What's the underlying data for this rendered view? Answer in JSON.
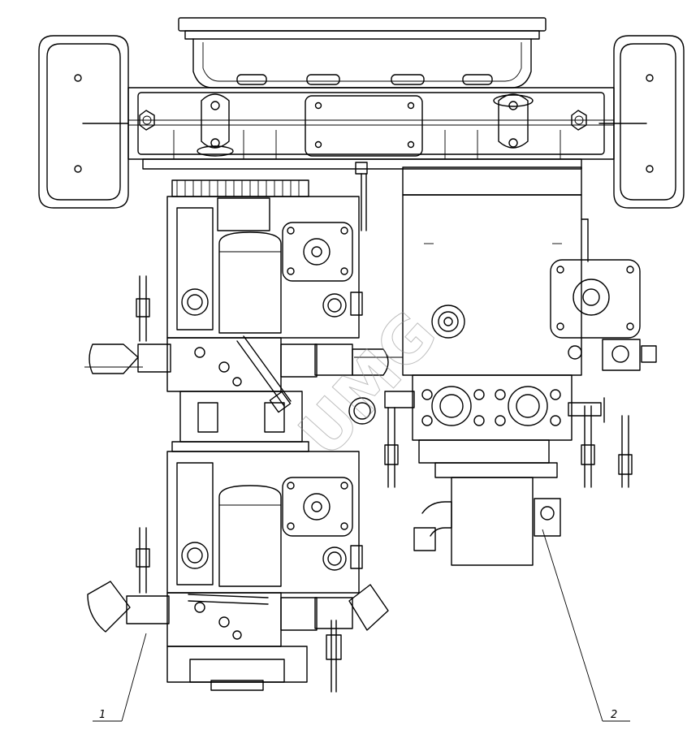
{
  "callouts": [
    {
      "label": "1"
    },
    {
      "label": "2"
    }
  ],
  "watermark": {
    "text": "UMG",
    "color": "#8a8a8a"
  },
  "colors": {
    "line": "#000000",
    "background": "#ffffff"
  }
}
